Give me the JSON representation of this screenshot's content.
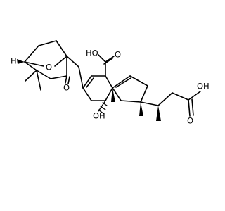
{
  "molecule": {
    "atom_labels": {
      "cooh_top_ho": "HO",
      "cooh_top_o": "O",
      "bicyclic_o": "O",
      "ketone_o": "O",
      "hydroxyl": "OH",
      "side_chain_o": "O",
      "side_chain_oh": "OH",
      "h_label": "H"
    }
  },
  "colors": {
    "bond": "#000000",
    "background": "#ffffff"
  }
}
